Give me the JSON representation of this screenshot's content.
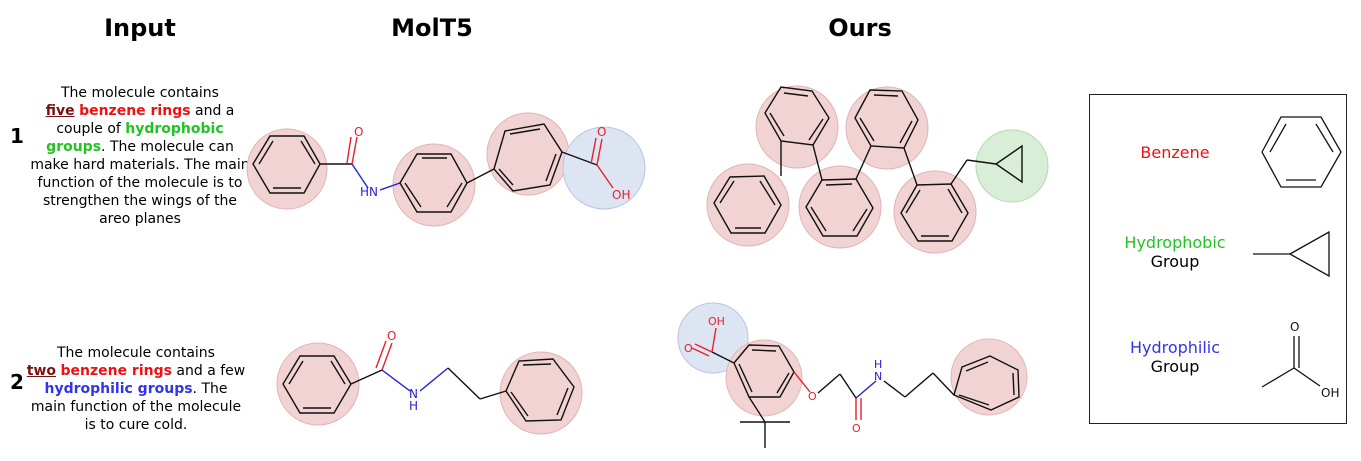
{
  "headers": {
    "input": "Input",
    "molt5": "MolT5",
    "ours": "Ours"
  },
  "rows": [
    {
      "num": "1",
      "text": {
        "p1": "The molecule contains",
        "count": "five",
        "p2": " ",
        "ring": "benzene rings",
        "p3": " and a couple of ",
        "group": "hydrophobic groups",
        "p4": ". The molecule can make hard materials. The main function of the molecule is to strengthen the wings of the areo planes"
      },
      "molt5_atoms": [
        "O",
        "HN",
        "O",
        "OH"
      ],
      "ours_atoms": []
    },
    {
      "num": "2",
      "text": {
        "p1": "The molecule contains",
        "count": "two",
        "p2": " ",
        "ring": "benzene rings",
        "p3": " and a few ",
        "group": "hydrophilic groups",
        "p4": ". The main function of the molecule is to cure cold."
      },
      "molt5_atoms": [
        "O",
        "N",
        "H"
      ],
      "ours_atoms": [
        "OH",
        "O",
        "O",
        "N",
        "H",
        "O"
      ]
    }
  ],
  "legend": {
    "benzene": "Benzene",
    "hydrophobic_1": "Hydrophobic",
    "hydrophobic_2": "Group",
    "hydrophilic_1": "Hydrophilic",
    "hydrophilic_2": "Group",
    "hydrophilic_atoms": [
      "O",
      "OH"
    ]
  },
  "colors": {
    "benzene_highlight": "#f2d3d3",
    "hydrophobic_highlight": "#d8eed6",
    "hydrophilic_highlight": "#dde5f3",
    "oxygen": "#e8202a",
    "nitrogen": "#2323d6"
  }
}
